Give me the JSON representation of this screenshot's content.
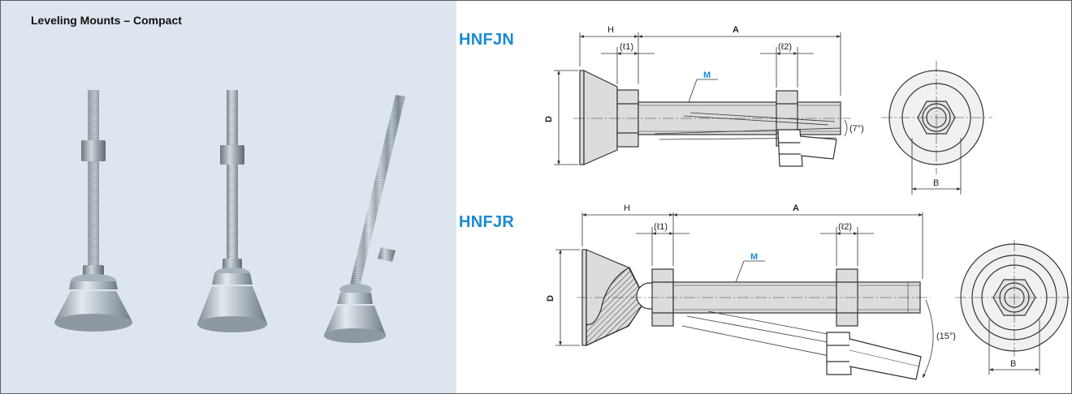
{
  "panel": {
    "title": "Leveling Mounts – Compact"
  },
  "colors": {
    "accent": "#1b8ad1",
    "panel_bg": "#dde6ee",
    "line": "#333333",
    "metal": "#b9c4cd"
  },
  "drawings": [
    {
      "model": "HNFJN",
      "dims": {
        "H": "H",
        "A": "A",
        "l1": "(ℓ1)",
        "l2": "(ℓ2)",
        "M": "M",
        "D": "D",
        "B": "B",
        "angle": "(7°)"
      }
    },
    {
      "model": "HNFJR",
      "dims": {
        "H": "H",
        "A": "A",
        "l1": "(ℓ1)",
        "l2": "(ℓ2)",
        "M": "M",
        "D": "D",
        "B": "B",
        "angle": "(15°)"
      }
    }
  ]
}
